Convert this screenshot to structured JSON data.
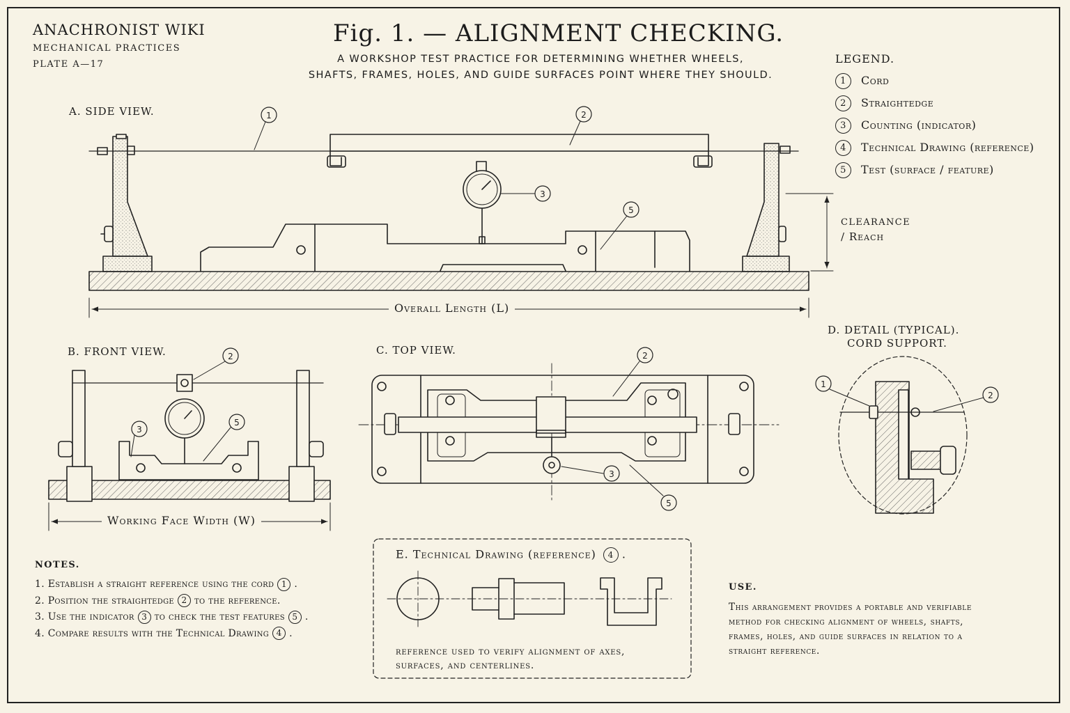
{
  "header": {
    "site": "ANACHRONIST WIKI",
    "section": "MECHANICAL PRACTICES",
    "plate": "PLATE A—17"
  },
  "title": "Fig. 1. — ALIGNMENT CHECKING.",
  "subtitle_line1": "A WORKSHOP TEST PRACTICE FOR DETERMINING WHETHER WHEELS,",
  "subtitle_line2": "SHAFTS, FRAMES, HOLES, AND GUIDE SURFACES POINT WHERE THEY SHOULD.",
  "legend": {
    "title": "LEGEND.",
    "items": [
      {
        "num": "1",
        "label": "Cord"
      },
      {
        "num": "2",
        "label": "Straightedge"
      },
      {
        "num": "3",
        "label": "Counting (indicator)"
      },
      {
        "num": "4",
        "label": "Technical Drawing (reference)"
      },
      {
        "num": "5",
        "label": "Test (surface / feature)"
      }
    ]
  },
  "views": {
    "a": "A.  SIDE VIEW.",
    "b": "B.  FRONT VIEW.",
    "c": "C.  TOP VIEW.",
    "d_line1": "D.  DETAIL (TYPICAL).",
    "d_line2": "CORD SUPPORT.",
    "e": "E.  Technical Drawing (reference)"
  },
  "dimensions": {
    "overall_length": "Overall Length (L)",
    "working_width": "Working Face Width (W)",
    "clearance_line1": "CLEARANCE",
    "clearance_line2": "/ Reach"
  },
  "callouts": {
    "one": "1",
    "two": "2",
    "three": "3",
    "four": "4",
    "five": "5"
  },
  "reference_caption_line1": "reference used to verify alignment of axes,",
  "reference_caption_line2": "surfaces, and centerlines.",
  "notes": {
    "title": "NOTES.",
    "n1_pre": "1.  Establish a straight reference using the cord",
    "n1_post": ".",
    "n2_pre": "2.  Position the straightedge",
    "n2_post": "to the reference.",
    "n3_pre": "3.  Use the indicator",
    "n3_post": "to check the test features",
    "n3_end": ".",
    "n4_pre": "4.  Compare results with the Technical Drawing",
    "n4_post": "."
  },
  "use": {
    "title": "USE.",
    "line1": "This arrangement provides a portable and verifiable",
    "line2": "method for checking alignment of wheels, shafts,",
    "line3": "frames, holes, and guide surfaces in relation to a",
    "line4": "straight reference."
  }
}
